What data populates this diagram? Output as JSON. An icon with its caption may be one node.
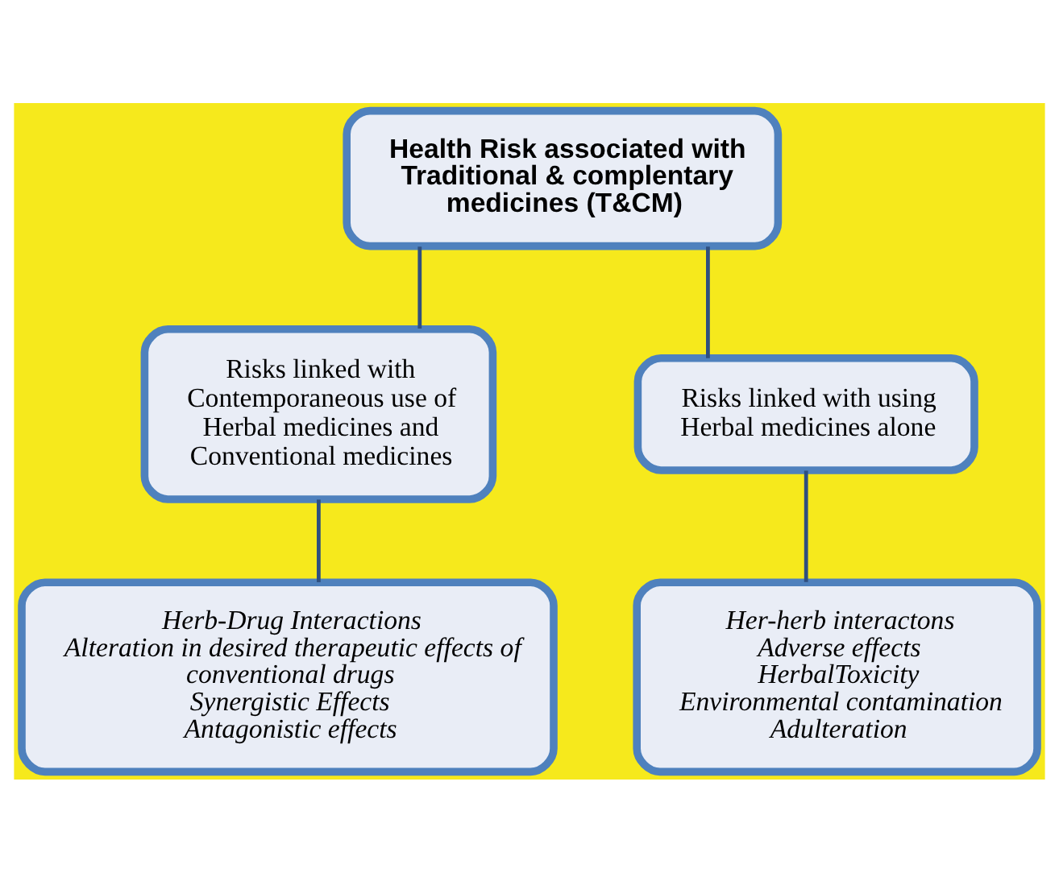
{
  "diagram": {
    "nodes": [
      {
        "text": [
          "Health Risk associated with Traditional & complentary medicines (T&CM)"
        ]
      },
      {
        "text": [
          "Risks linked with Contemporaneous use of Herbal medicines and Conventional medicines"
        ]
      },
      {
        "text": [
          "Risks linked with using Herbal medicines alone"
        ]
      },
      {
        "text": [
          "Herb-Drug Interactions",
          "Alteration in desired therapeutic effects of conventional drugs",
          "Synergistic Effects",
          "Antagonistic effects"
        ]
      },
      {
        "text": [
          "Her-herb interactons",
          "Adverse effects",
          "HerbalToxicity",
          "Environmental contamination",
          "Adulteration"
        ]
      }
    ],
    "edges": [
      {
        "from": 0,
        "to": 1,
        "arrow": "none"
      },
      {
        "from": 0,
        "to": 2,
        "arrow": "none"
      },
      {
        "from": 1,
        "to": 3,
        "arrow": "none"
      },
      {
        "from": 2,
        "to": 4,
        "arrow": "none"
      }
    ]
  }
}
